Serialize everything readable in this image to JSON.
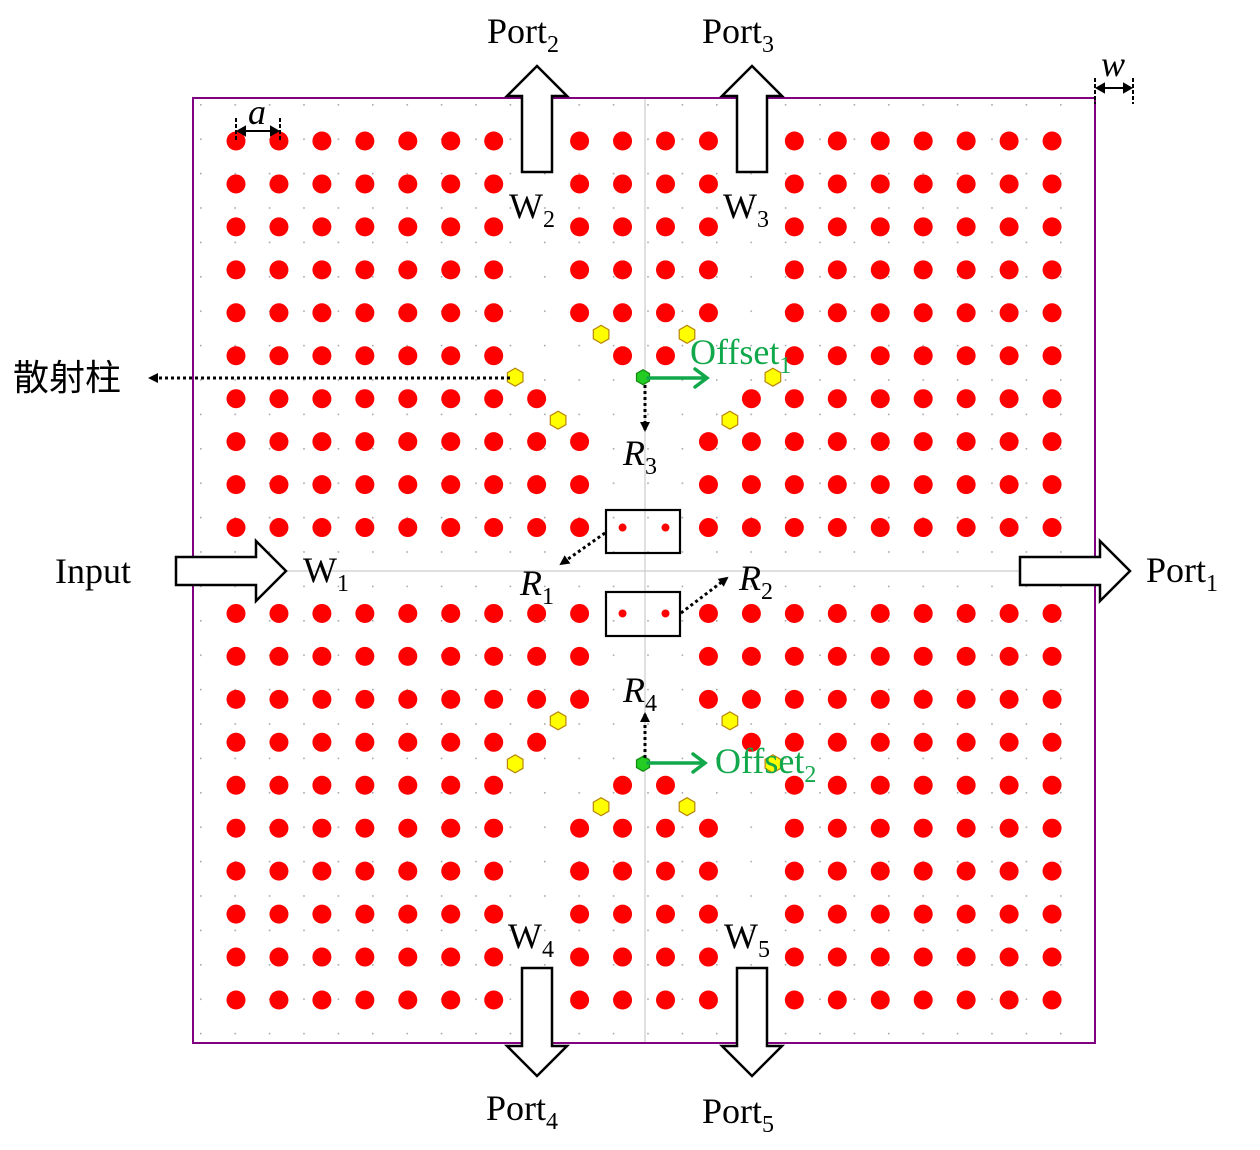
{
  "colors": {
    "rod": "#ff0000",
    "scatter_rod": "#ffff00",
    "offset_rod": "#22cc22",
    "frame": "#800080",
    "offset_text": "#10a84a"
  },
  "lattice": {
    "rows": [
      "11111110111101111111",
      "11111110111101111111",
      "11111110111101111111",
      "11111110111101111111",
      "11111110111101111111",
      "11111110011001111111",
      "11111111000011111111",
      "11111111100111111111",
      "11111111100111111111",
      "111111111ss111111111",
      "00000000000000000000",
      "111111111ss111111111",
      "11111111100111111111",
      "11111111100111111111",
      "11111111000011111111",
      "11111110011001111111",
      "11111110111101111111",
      "11111110111101111111",
      "11111110111101111111",
      "11111110111101111111",
      "11111110111101111111"
    ]
  },
  "labels": {
    "port1": {
      "main": "Port",
      "sub": "1"
    },
    "port2": {
      "main": "Port",
      "sub": "2"
    },
    "port3": {
      "main": "Port",
      "sub": "3"
    },
    "port4": {
      "main": "Port",
      "sub": "4"
    },
    "port5": {
      "main": "Port",
      "sub": "5"
    },
    "input": "Input",
    "w1": {
      "main": "W",
      "sub": "1"
    },
    "w2": {
      "main": "W",
      "sub": "2"
    },
    "w3": {
      "main": "W",
      "sub": "3"
    },
    "w4": {
      "main": "W",
      "sub": "4"
    },
    "w5": {
      "main": "W",
      "sub": "5"
    },
    "r1": {
      "main": "R",
      "sub": "1"
    },
    "r2": {
      "main": "R",
      "sub": "2"
    },
    "r3": {
      "main": "R",
      "sub": "3"
    },
    "r4": {
      "main": "R",
      "sub": "4"
    },
    "offset1": {
      "main": "Offset",
      "sub": "1"
    },
    "offset2": {
      "main": "Offset",
      "sub": "2"
    },
    "scatter": "散射柱",
    "a": "a",
    "w": "w"
  }
}
